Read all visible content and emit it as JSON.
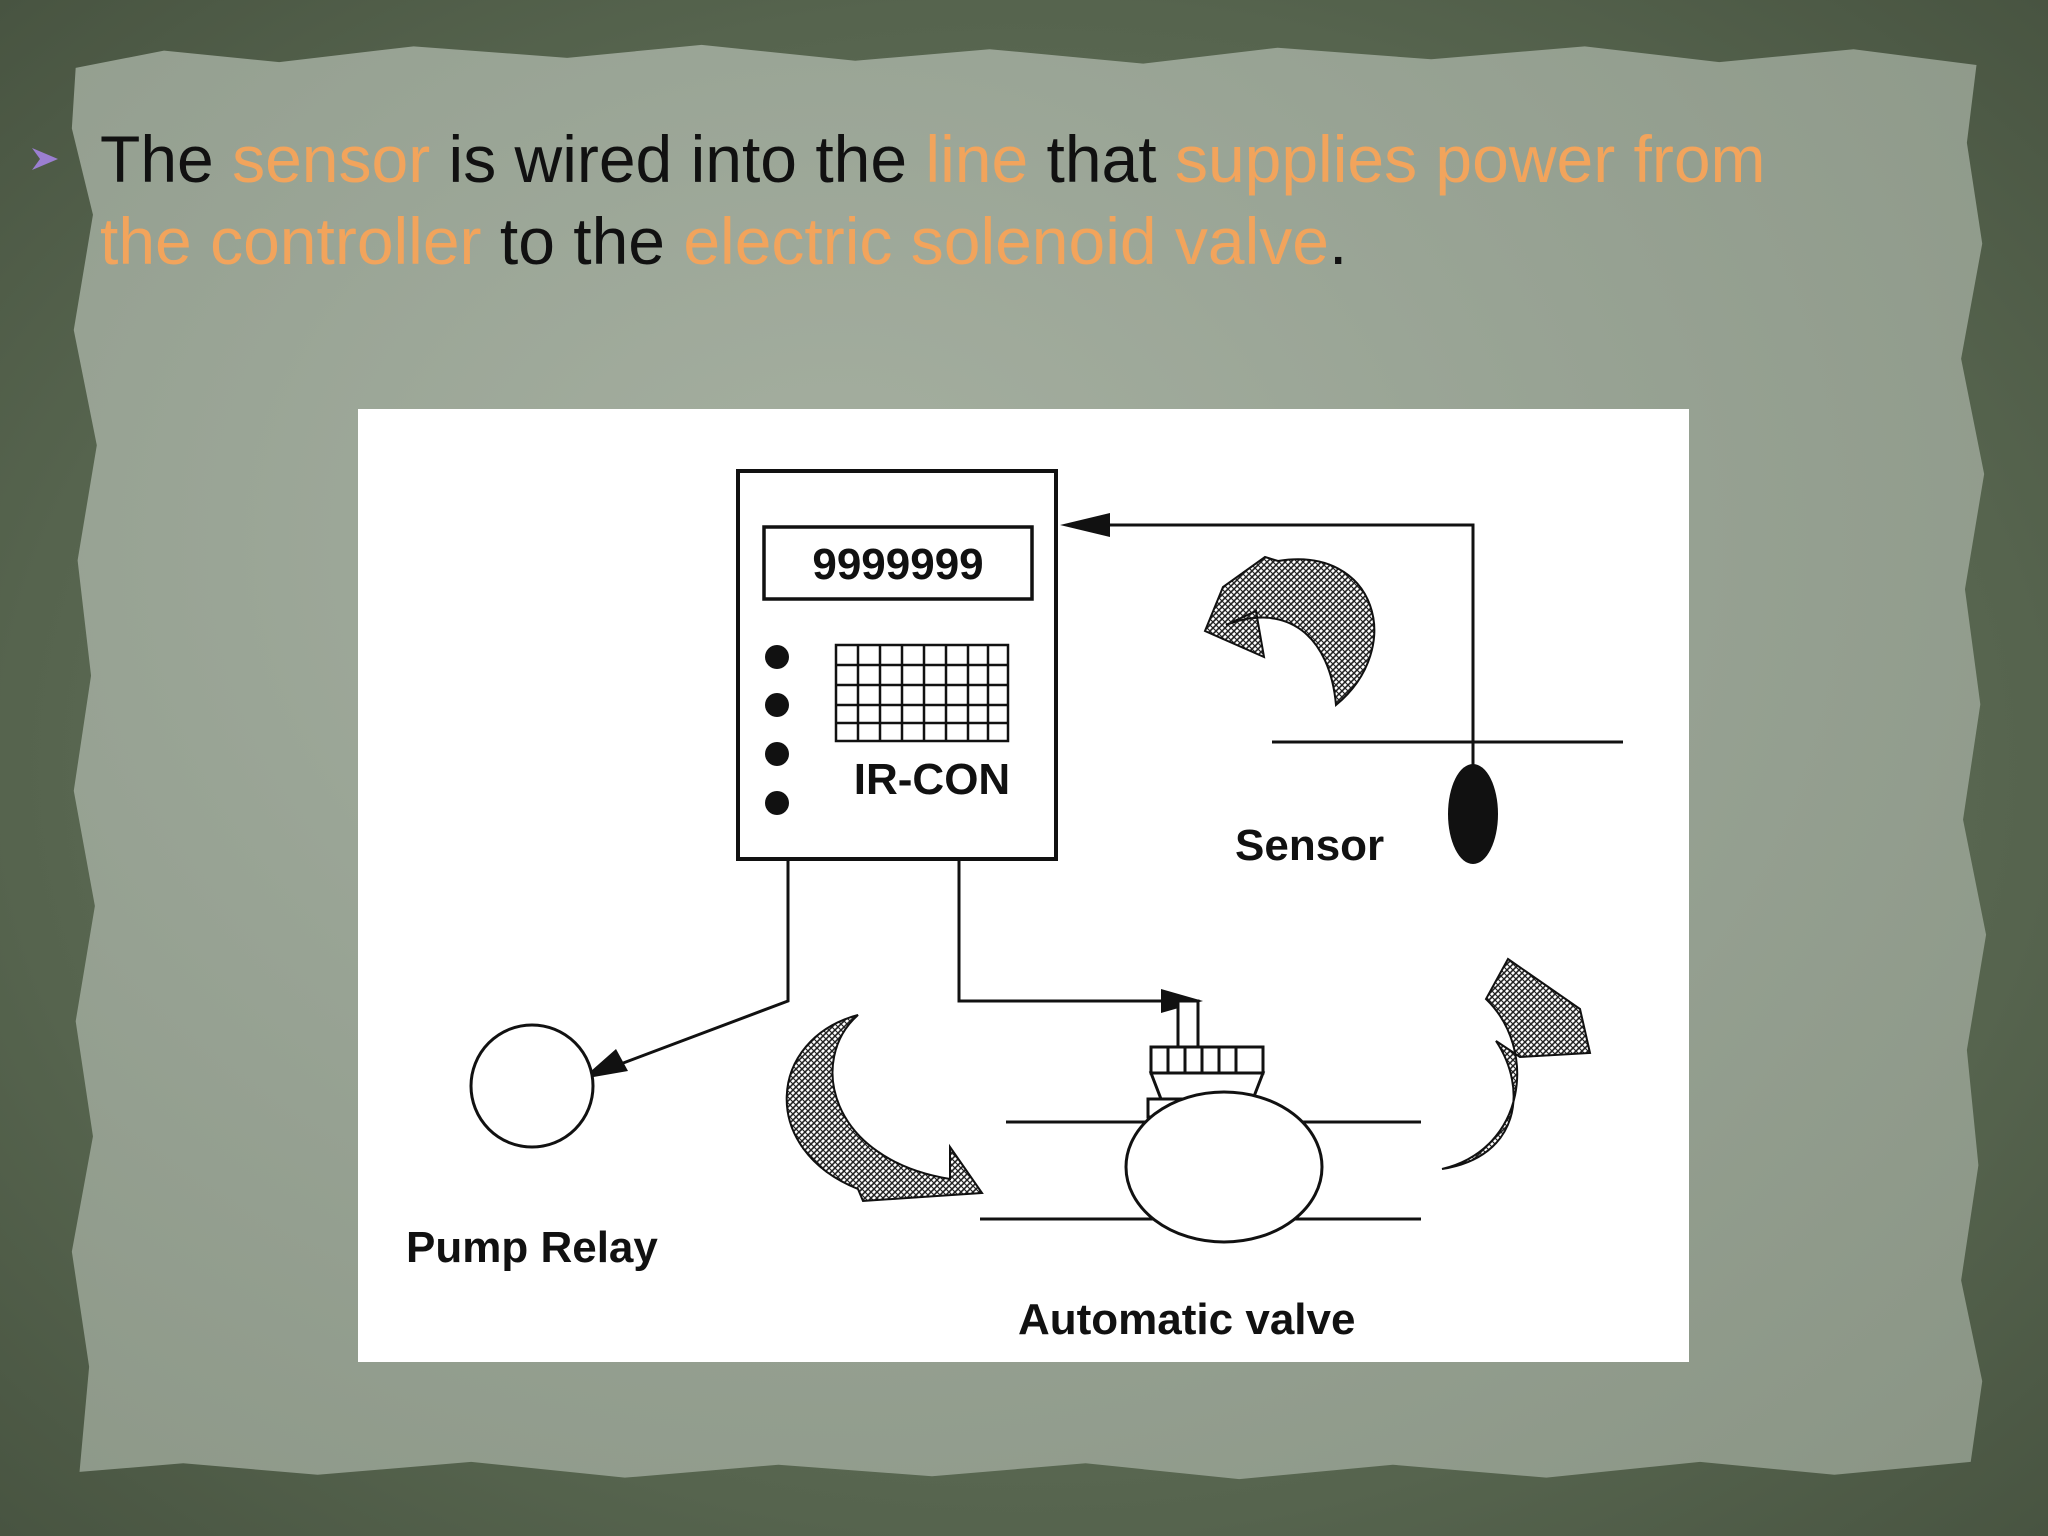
{
  "slide": {
    "bullet_icon": "arrowhead-bullet-icon",
    "bullet": {
      "t1": "The ",
      "t2": "sensor",
      "t3": " is wired into the ",
      "t4": "line",
      "t5": " that ",
      "t6": "supplies power from the controller",
      "t7": " to the ",
      "t8": "electric solenoid valve",
      "t9": "."
    },
    "colors": {
      "highlight": "#f2a45c",
      "text": "#111111",
      "bullet": "#9b7fd1"
    }
  },
  "diagram": {
    "display_value": "9999999",
    "controller_label": "IR-CON",
    "sensor_label": "Sensor",
    "pump_label": "Pump Relay",
    "valve_label": "Automatic valve"
  }
}
